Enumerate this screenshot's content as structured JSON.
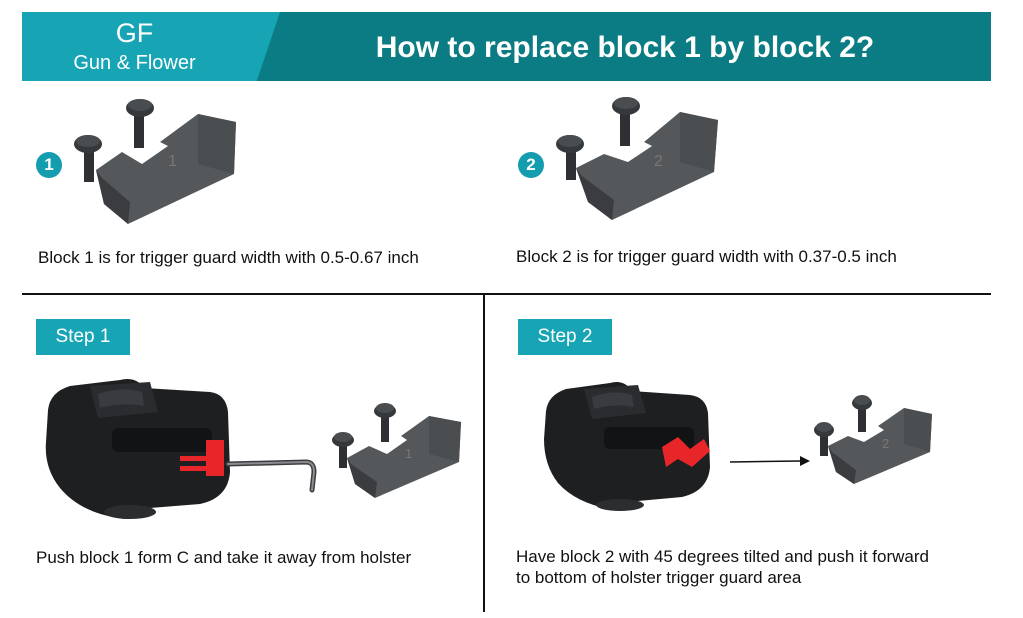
{
  "header": {
    "brand_short": "GF",
    "brand_name": "Gun & Flower",
    "title": "How to replace block 1 by block 2?"
  },
  "blocks": [
    {
      "badge": "1",
      "engraving": "1",
      "caption": "Block 1 is for trigger guard width with 0.5-0.67 inch"
    },
    {
      "badge": "2",
      "engraving": "2",
      "caption": "Block 2 is for trigger guard width with 0.37-0.5 inch"
    }
  ],
  "steps": [
    {
      "label": "Step 1",
      "caption": "Push block 1 form C and take it away from holster",
      "engraving": "1"
    },
    {
      "label": "Step 2",
      "caption_line1": "Have block 2 with 45 degrees tilted and push it forward",
      "caption_line2": "to bottom of holster trigger guard area",
      "engraving": "2"
    }
  ],
  "colors": {
    "header_dark": "#0b7c84",
    "header_light": "#17a5b5",
    "badge": "#149daf",
    "block_gray": "#4a4d50",
    "holster_black": "#1e1f21",
    "block_red": "#e8262a"
  }
}
